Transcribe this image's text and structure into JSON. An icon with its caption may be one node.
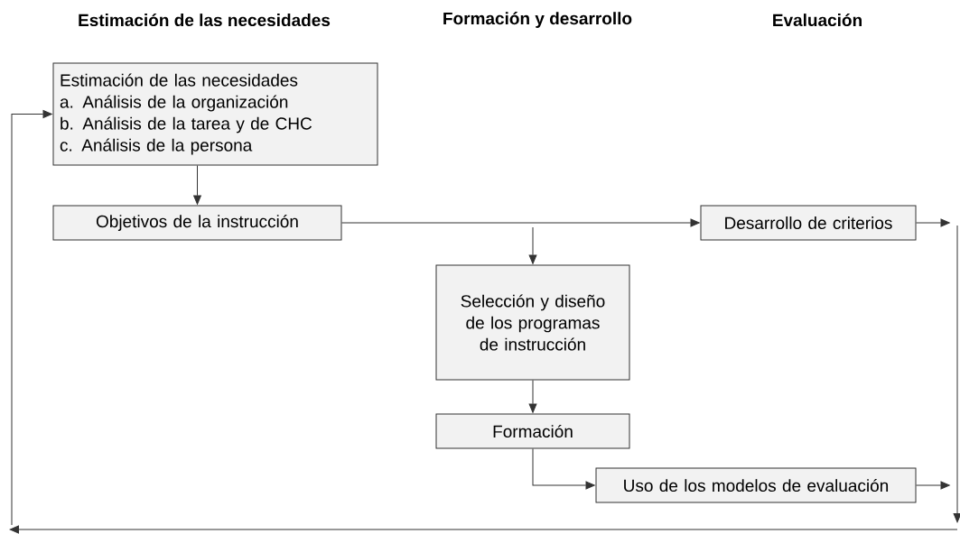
{
  "diagram": {
    "nodes": [
      {
        "text": [
          "Estimación de las necesidades",
          "a. Análisis de la organización",
          "b. Análisis de la tarea y de CHC",
          "c. Análisis de la persona"
        ]
      },
      {
        "text": [
          "Objetivos de la instrucción"
        ]
      },
      {
        "text": [
          "Desarrollo de criterios"
        ]
      },
      {
        "text": [
          "Selección y diseño de los programas de instrucción"
        ]
      },
      {
        "text": [
          "Formación"
        ]
      },
      {
        "text": [
          "Uso de los modelos de evaluación"
        ]
      }
    ],
    "edges": [
      {
        "from": 0,
        "to": 1,
        "arrow": "to"
      },
      {
        "from": 1,
        "to": 2,
        "arrow": "to"
      },
      {
        "from": null,
        "to": 3,
        "arrow": "to"
      },
      {
        "from": 3,
        "to": 4,
        "arrow": "to"
      },
      {
        "from": 4,
        "to": 5,
        "arrow": "to"
      },
      {
        "from": 2,
        "to": null,
        "arrow": "to"
      },
      {
        "from": 5,
        "to": null,
        "arrow": "to"
      },
      {
        "from": null,
        "to": 0,
        "arrow": "to"
      }
    ],
    "labels": [
      "Estimación de las necesidades",
      "Formación y desarrollo",
      "Evaluación"
    ]
  }
}
